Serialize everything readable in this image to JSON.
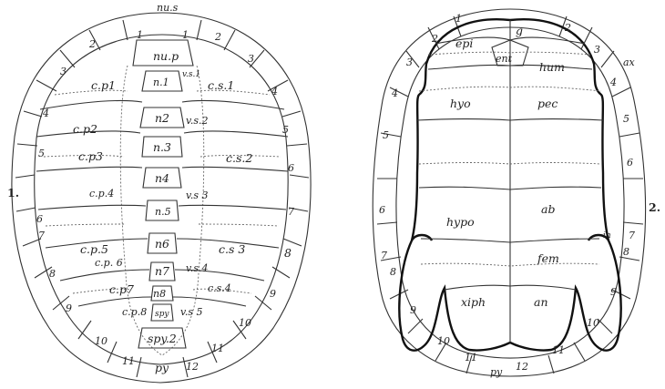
{
  "figure1": {
    "label": "1.",
    "nuchal_scute": "nu.s",
    "nuchal_plate": "nu.p",
    "neurals": [
      "n.1",
      "n2",
      "n.3",
      "n4",
      "n.5",
      "n6",
      "n7",
      "n8"
    ],
    "suprapygal_small": "spy",
    "suprapygal": "spy.2",
    "pygal": "py",
    "vertebral_scutes": [
      "v.s.1",
      "v.s.2",
      "v.s 3",
      "v.s.4",
      "v.s 5"
    ],
    "costal_plates": [
      "c.p1",
      "c.p2",
      "c.p3",
      "c.p.4",
      "c.p.5",
      "c.p. 6",
      "c.p7",
      "c.p.8"
    ],
    "costal_scutes": [
      "c.s.1",
      "c.s.2",
      "c.s 3",
      "c.s.4"
    ],
    "marginals_left": [
      "2",
      "3",
      "4",
      "5",
      "6",
      "7",
      "8",
      "9",
      "10",
      "11"
    ],
    "marginals_right": [
      "1",
      "2",
      "3",
      "4",
      "5",
      "6",
      "7",
      "8",
      "9",
      "10",
      "11",
      "12"
    ],
    "top_marginals": [
      "1",
      "1"
    ]
  },
  "figure2": {
    "label": "2.",
    "plates": {
      "epi": "epi",
      "ent": "ent",
      "hyo": "hyo",
      "hypo": "hypo",
      "xiph": "xiph"
    },
    "scutes": {
      "g": "g",
      "hum": "hum",
      "pec": "pec",
      "ab": "ab",
      "fem": "fem",
      "an": "an",
      "ax": "ax",
      "in": "in"
    },
    "pygal": "py",
    "marginals_left": [
      "1",
      "2",
      "3",
      "4",
      "5",
      "6",
      "7",
      "8",
      "9",
      "10",
      "11"
    ],
    "marginals_right": [
      "2",
      "3",
      "4",
      "5",
      "6",
      "7",
      "8",
      "9",
      "10",
      "11",
      "12"
    ]
  }
}
